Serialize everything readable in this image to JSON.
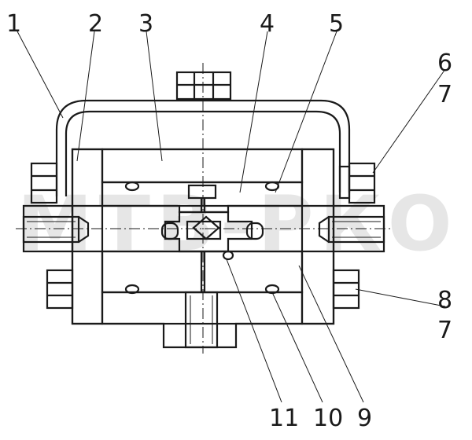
{
  "drawing": {
    "watermark": "МТВ-РКО",
    "callouts": [
      {
        "id": "c1",
        "label": "1"
      },
      {
        "id": "c2",
        "label": "2"
      },
      {
        "id": "c3",
        "label": "3"
      },
      {
        "id": "c4",
        "label": "4"
      },
      {
        "id": "c5",
        "label": "5"
      },
      {
        "id": "c6",
        "label": "6"
      },
      {
        "id": "c7a",
        "label": "7"
      },
      {
        "id": "c8",
        "label": "8"
      },
      {
        "id": "c7b",
        "label": "7"
      },
      {
        "id": "c11",
        "label": "11"
      },
      {
        "id": "c10",
        "label": "10"
      },
      {
        "id": "c9",
        "label": "9"
      }
    ]
  }
}
